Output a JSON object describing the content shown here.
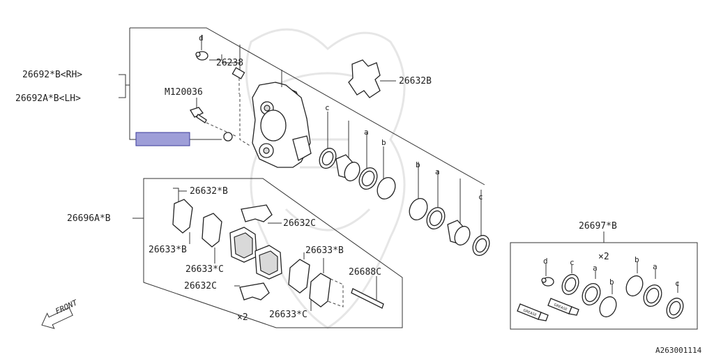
{
  "labels": {
    "caliper_rh": "26692*B<RH>",
    "caliper_lh": "26692A*B<LH>",
    "bleeder": "26238",
    "bolt": "M120036",
    "shim_kit_top": "26632B",
    "pad_kit": "26696A*B",
    "shim_26632b": "26632*B",
    "clip_top": "26632C",
    "shim_26633b_left": "26633*B",
    "shim_26633c_left": "26633*C",
    "clip_bottom": "26632C",
    "shim_26633b_right": "26633*B",
    "pin": "26688C",
    "shim_26633c_right": "26633*C",
    "pad_qty": "×2",
    "seal_kit": "26697*B",
    "seal_kit_qty": "×2",
    "front": "FRONT",
    "diagram_id": "A263001114"
  },
  "callouts": {
    "d": "d",
    "c": "c",
    "a": "a",
    "b": "b"
  },
  "grease": "GREASE",
  "colors": {
    "highlight_box": "#9e9ed8",
    "highlight_border": "#3b3b9a"
  }
}
